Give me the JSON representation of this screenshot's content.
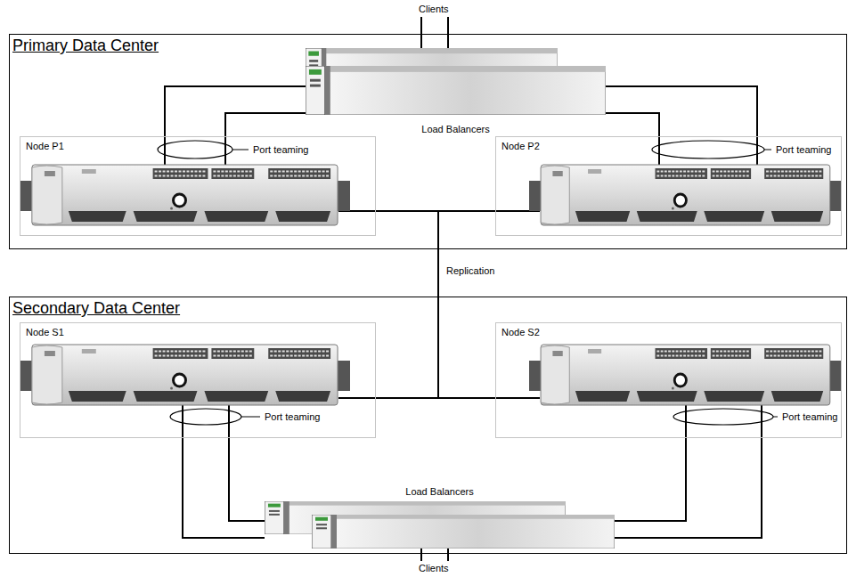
{
  "diagram": {
    "nodes": [
      {
        "text": [
          "Primary Data Center"
        ]
      },
      {
        "text": [
          "Load Balancers"
        ],
        "in": 0
      },
      {
        "text": [
          "Node P1"
        ],
        "in": 0
      },
      {
        "text": [
          "Node P2"
        ],
        "in": 0
      },
      {
        "text": [
          "Secondary Data Center"
        ]
      },
      {
        "text": [
          "Node S1"
        ],
        "in": 4
      },
      {
        "text": [
          "Node S2"
        ],
        "in": 4
      },
      {
        "text": [
          "Load Balancers"
        ],
        "in": 4
      }
    ],
    "edges": [
      {
        "from": 1,
        "to": 2,
        "arrow": "none"
      },
      {
        "from": 1,
        "to": 3,
        "arrow": "none"
      },
      {
        "from": 2,
        "to": 5,
        "arrow": "none"
      },
      {
        "from": 3,
        "to": 6,
        "arrow": "none"
      },
      {
        "from": 7,
        "to": 5,
        "arrow": "none"
      },
      {
        "from": 7,
        "to": 6,
        "arrow": "none"
      }
    ],
    "labels": [
      "Clients",
      "Port teaming",
      "Port teaming",
      "Replication",
      "Port teaming",
      "Port teaming",
      "Clients"
    ]
  }
}
